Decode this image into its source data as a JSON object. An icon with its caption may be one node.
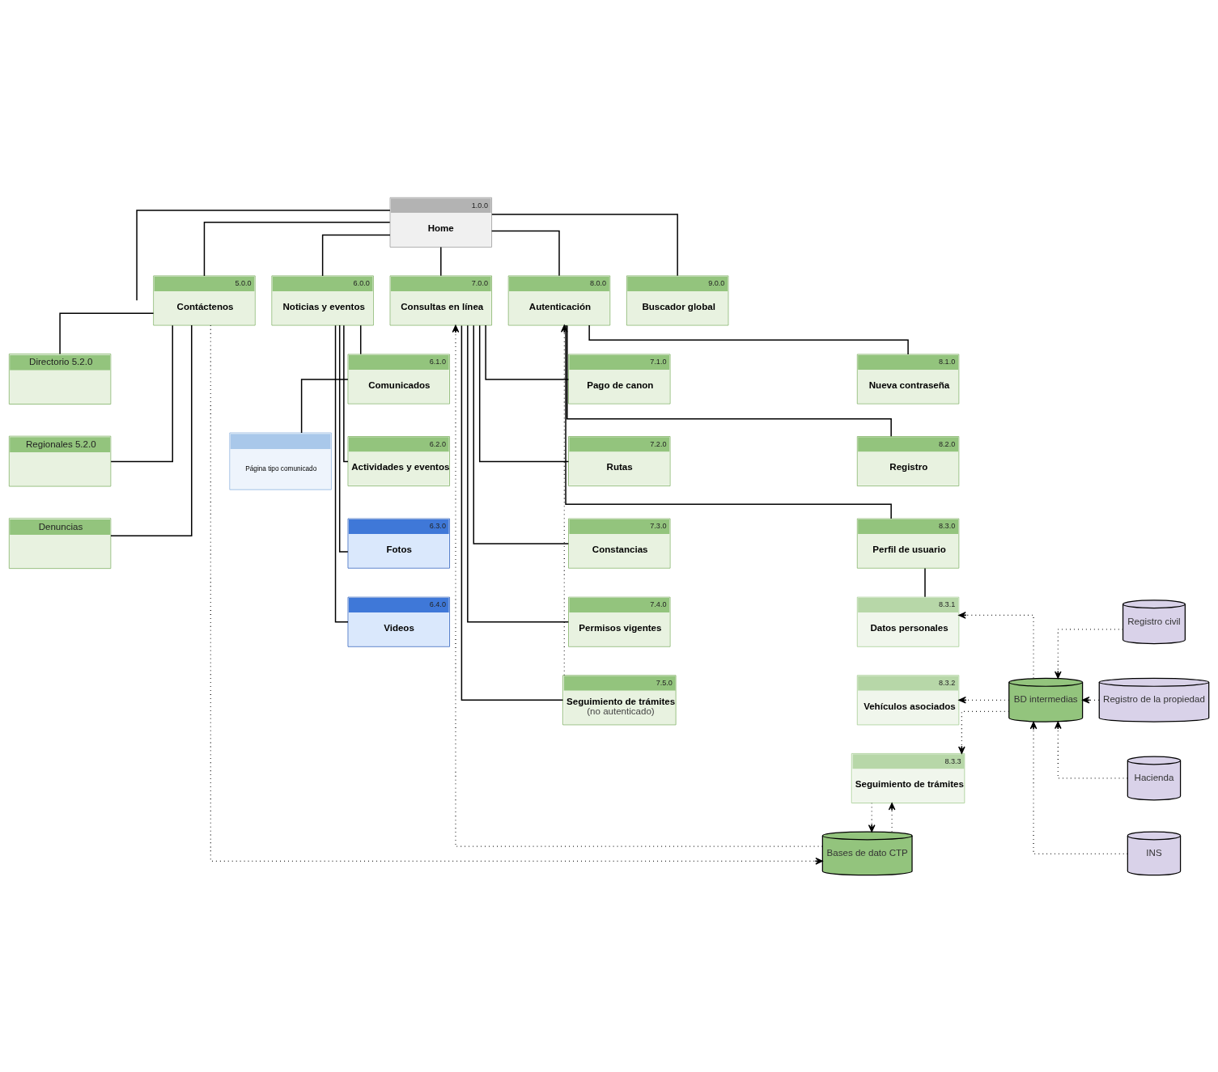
{
  "diagram": {
    "nodes": [
      {
        "text": [
          "1.0.0",
          "Home"
        ]
      },
      {
        "text": [
          "5.0.0",
          "Contáctenos"
        ]
      },
      {
        "text": [
          "6.0.0",
          "Noticias y eventos"
        ]
      },
      {
        "text": [
          "7.0.0",
          "Consultas en línea"
        ]
      },
      {
        "text": [
          "8.0.0",
          "Autenticación"
        ]
      },
      {
        "text": [
          "9.0.0",
          "Buscador global"
        ]
      },
      {
        "text": [
          "Directorio 5.2.0"
        ]
      },
      {
        "text": [
          "Regionales 5.2.0"
        ]
      },
      {
        "text": [
          "Denuncias"
        ]
      },
      {
        "text": [
          "6.1.0",
          "Comunicados"
        ]
      },
      {
        "text": [
          "Página tipo comunicado"
        ]
      },
      {
        "text": [
          "6.2.0",
          "Actividades y eventos"
        ]
      },
      {
        "text": [
          "6.3.0",
          "Fotos"
        ]
      },
      {
        "text": [
          "6.4.0",
          "Videos"
        ]
      },
      {
        "text": [
          "7.1.0",
          "Pago de canon"
        ]
      },
      {
        "text": [
          "7.2.0",
          "Rutas"
        ]
      },
      {
        "text": [
          "7.3.0",
          "Constancias"
        ]
      },
      {
        "text": [
          "7.4.0",
          "Permisos vigentes"
        ]
      },
      {
        "text": [
          "7.5.0",
          "Seguimiento de trámites",
          "(no autenticado)"
        ]
      },
      {
        "text": [
          "8.1.0",
          "Nueva contraseña"
        ]
      },
      {
        "text": [
          "8.2.0",
          "Registro"
        ]
      },
      {
        "text": [
          "8.3.0",
          "Perfil de usuario"
        ]
      },
      {
        "text": [
          "8.3.1",
          "Datos personales"
        ]
      },
      {
        "text": [
          "8.3.2",
          "Vehículos asociados"
        ]
      },
      {
        "text": [
          "8.3.3",
          "Seguimiento de trámites"
        ]
      },
      {
        "text": [
          "BD intermedias"
        ]
      },
      {
        "text": [
          "Registro civil"
        ]
      },
      {
        "text": [
          "Registro de la propiedad"
        ]
      },
      {
        "text": [
          "Hacienda"
        ]
      },
      {
        "text": [
          "INS"
        ]
      },
      {
        "text": [
          "Bases de dato CTP"
        ]
      }
    ],
    "edges": [
      {
        "from": 0,
        "to": null,
        "arrow": "none"
      },
      {
        "from": 0,
        "to": 1,
        "arrow": "none"
      },
      {
        "from": 0,
        "to": 2,
        "arrow": "none"
      },
      {
        "from": 0,
        "to": 3,
        "arrow": "none"
      },
      {
        "from": 0,
        "to": 4,
        "arrow": "none"
      },
      {
        "from": 0,
        "to": 5,
        "arrow": "none"
      },
      {
        "from": 1,
        "to": 6,
        "arrow": "none"
      },
      {
        "from": 1,
        "to": 7,
        "arrow": "none"
      },
      {
        "from": 1,
        "to": 8,
        "arrow": "none"
      },
      {
        "from": 2,
        "to": 9,
        "arrow": "none"
      },
      {
        "from": 9,
        "to": 10,
        "arrow": "none"
      },
      {
        "from": 2,
        "to": 11,
        "arrow": "none"
      },
      {
        "from": 2,
        "to": 12,
        "arrow": "none"
      },
      {
        "from": 2,
        "to": 13,
        "arrow": "none"
      },
      {
        "from": 3,
        "to": 14,
        "arrow": "none"
      },
      {
        "from": 3,
        "to": 15,
        "arrow": "none"
      },
      {
        "from": 3,
        "to": 16,
        "arrow": "none"
      },
      {
        "from": 3,
        "to": 17,
        "arrow": "none"
      },
      {
        "from": 3,
        "to": 18,
        "arrow": "none"
      },
      {
        "from": 4,
        "to": 19,
        "arrow": "none"
      },
      {
        "from": 4,
        "to": 20,
        "arrow": "none"
      },
      {
        "from": 4,
        "to": 21,
        "arrow": "none"
      },
      {
        "from": 21,
        "to": 22,
        "arrow": "none"
      },
      {
        "from": 18,
        "to": 4,
        "arrow": "to",
        "style": "dashed"
      },
      {
        "from": 1,
        "to": 30,
        "arrow": "to",
        "style": "dashed"
      },
      {
        "from": 30,
        "to": 3,
        "arrow": "to",
        "style": "dashed"
      },
      {
        "from": 24,
        "to": 30,
        "arrow": "to",
        "style": "dashed"
      },
      {
        "from": 30,
        "to": 24,
        "arrow": "to",
        "style": "dashed"
      },
      {
        "from": 25,
        "to": 22,
        "arrow": "to",
        "style": "dashed"
      },
      {
        "from": 25,
        "to": 23,
        "arrow": "to",
        "style": "dashed"
      },
      {
        "from": 25,
        "to": 24,
        "arrow": "to",
        "style": "dashed"
      },
      {
        "from": 26,
        "to": 25,
        "arrow": "to",
        "style": "dashed"
      },
      {
        "from": 27,
        "to": 25,
        "arrow": "to",
        "style": "dashed"
      },
      {
        "from": 28,
        "to": 25,
        "arrow": "to",
        "style": "dashed"
      },
      {
        "from": 29,
        "to": 25,
        "arrow": "to",
        "style": "dashed"
      }
    ]
  }
}
